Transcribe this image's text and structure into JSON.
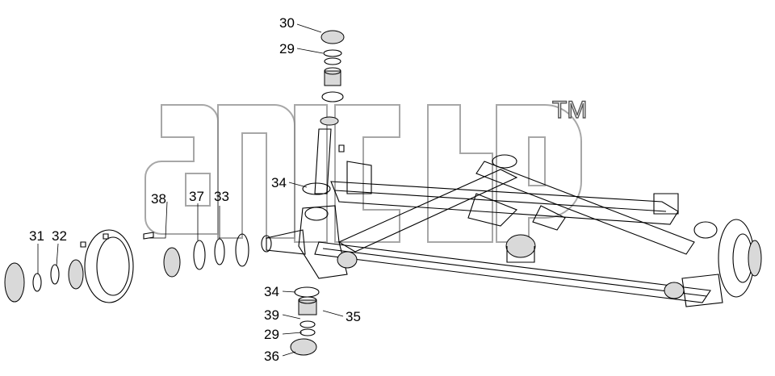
{
  "watermark": {
    "trademark": "TM"
  },
  "callouts": [
    {
      "text": "30"
    },
    {
      "text": "29"
    },
    {
      "text": "34"
    },
    {
      "text": "38"
    },
    {
      "text": "37"
    },
    {
      "text": "33"
    },
    {
      "text": "31"
    },
    {
      "text": "32"
    },
    {
      "text": "34"
    },
    {
      "text": "39"
    },
    {
      "text": "35"
    },
    {
      "text": "29"
    },
    {
      "text": "36"
    }
  ]
}
